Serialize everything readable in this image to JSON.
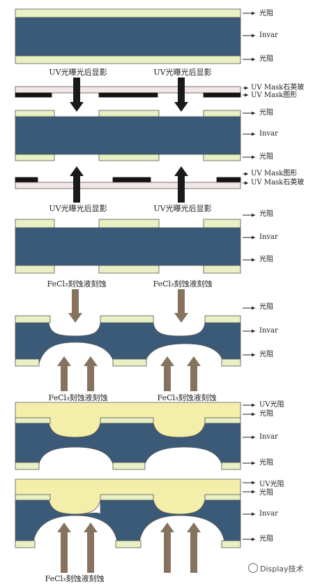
{
  "colors": {
    "invar": "#3b5a78",
    "photoresist": "#e8f0c4",
    "uv_resist": "#f4eeab",
    "mask_pattern": "#141414",
    "quartz": "#f2e6e6",
    "arrow_uv": "#1a1a1a",
    "arrow_etch": "#86735e",
    "stroke": "#555555"
  },
  "labels": {
    "invar": "Invar",
    "photoresist": "光阻",
    "uv_photoresist": "UV光阻",
    "uv_mask_quartz": "UV Mask石英玻",
    "uv_mask_pattern": "UV Mask图形",
    "uv_mask_pattern_2": "UV Mask图形",
    "uv_mask_quartz_2": "UV Mask石英玻"
  },
  "captions": {
    "uv_exposure": "UV光曝光后显影",
    "etch": "FeCl₃刻蚀液刻蚀"
  },
  "watermark": {
    "text": "Display技术"
  }
}
